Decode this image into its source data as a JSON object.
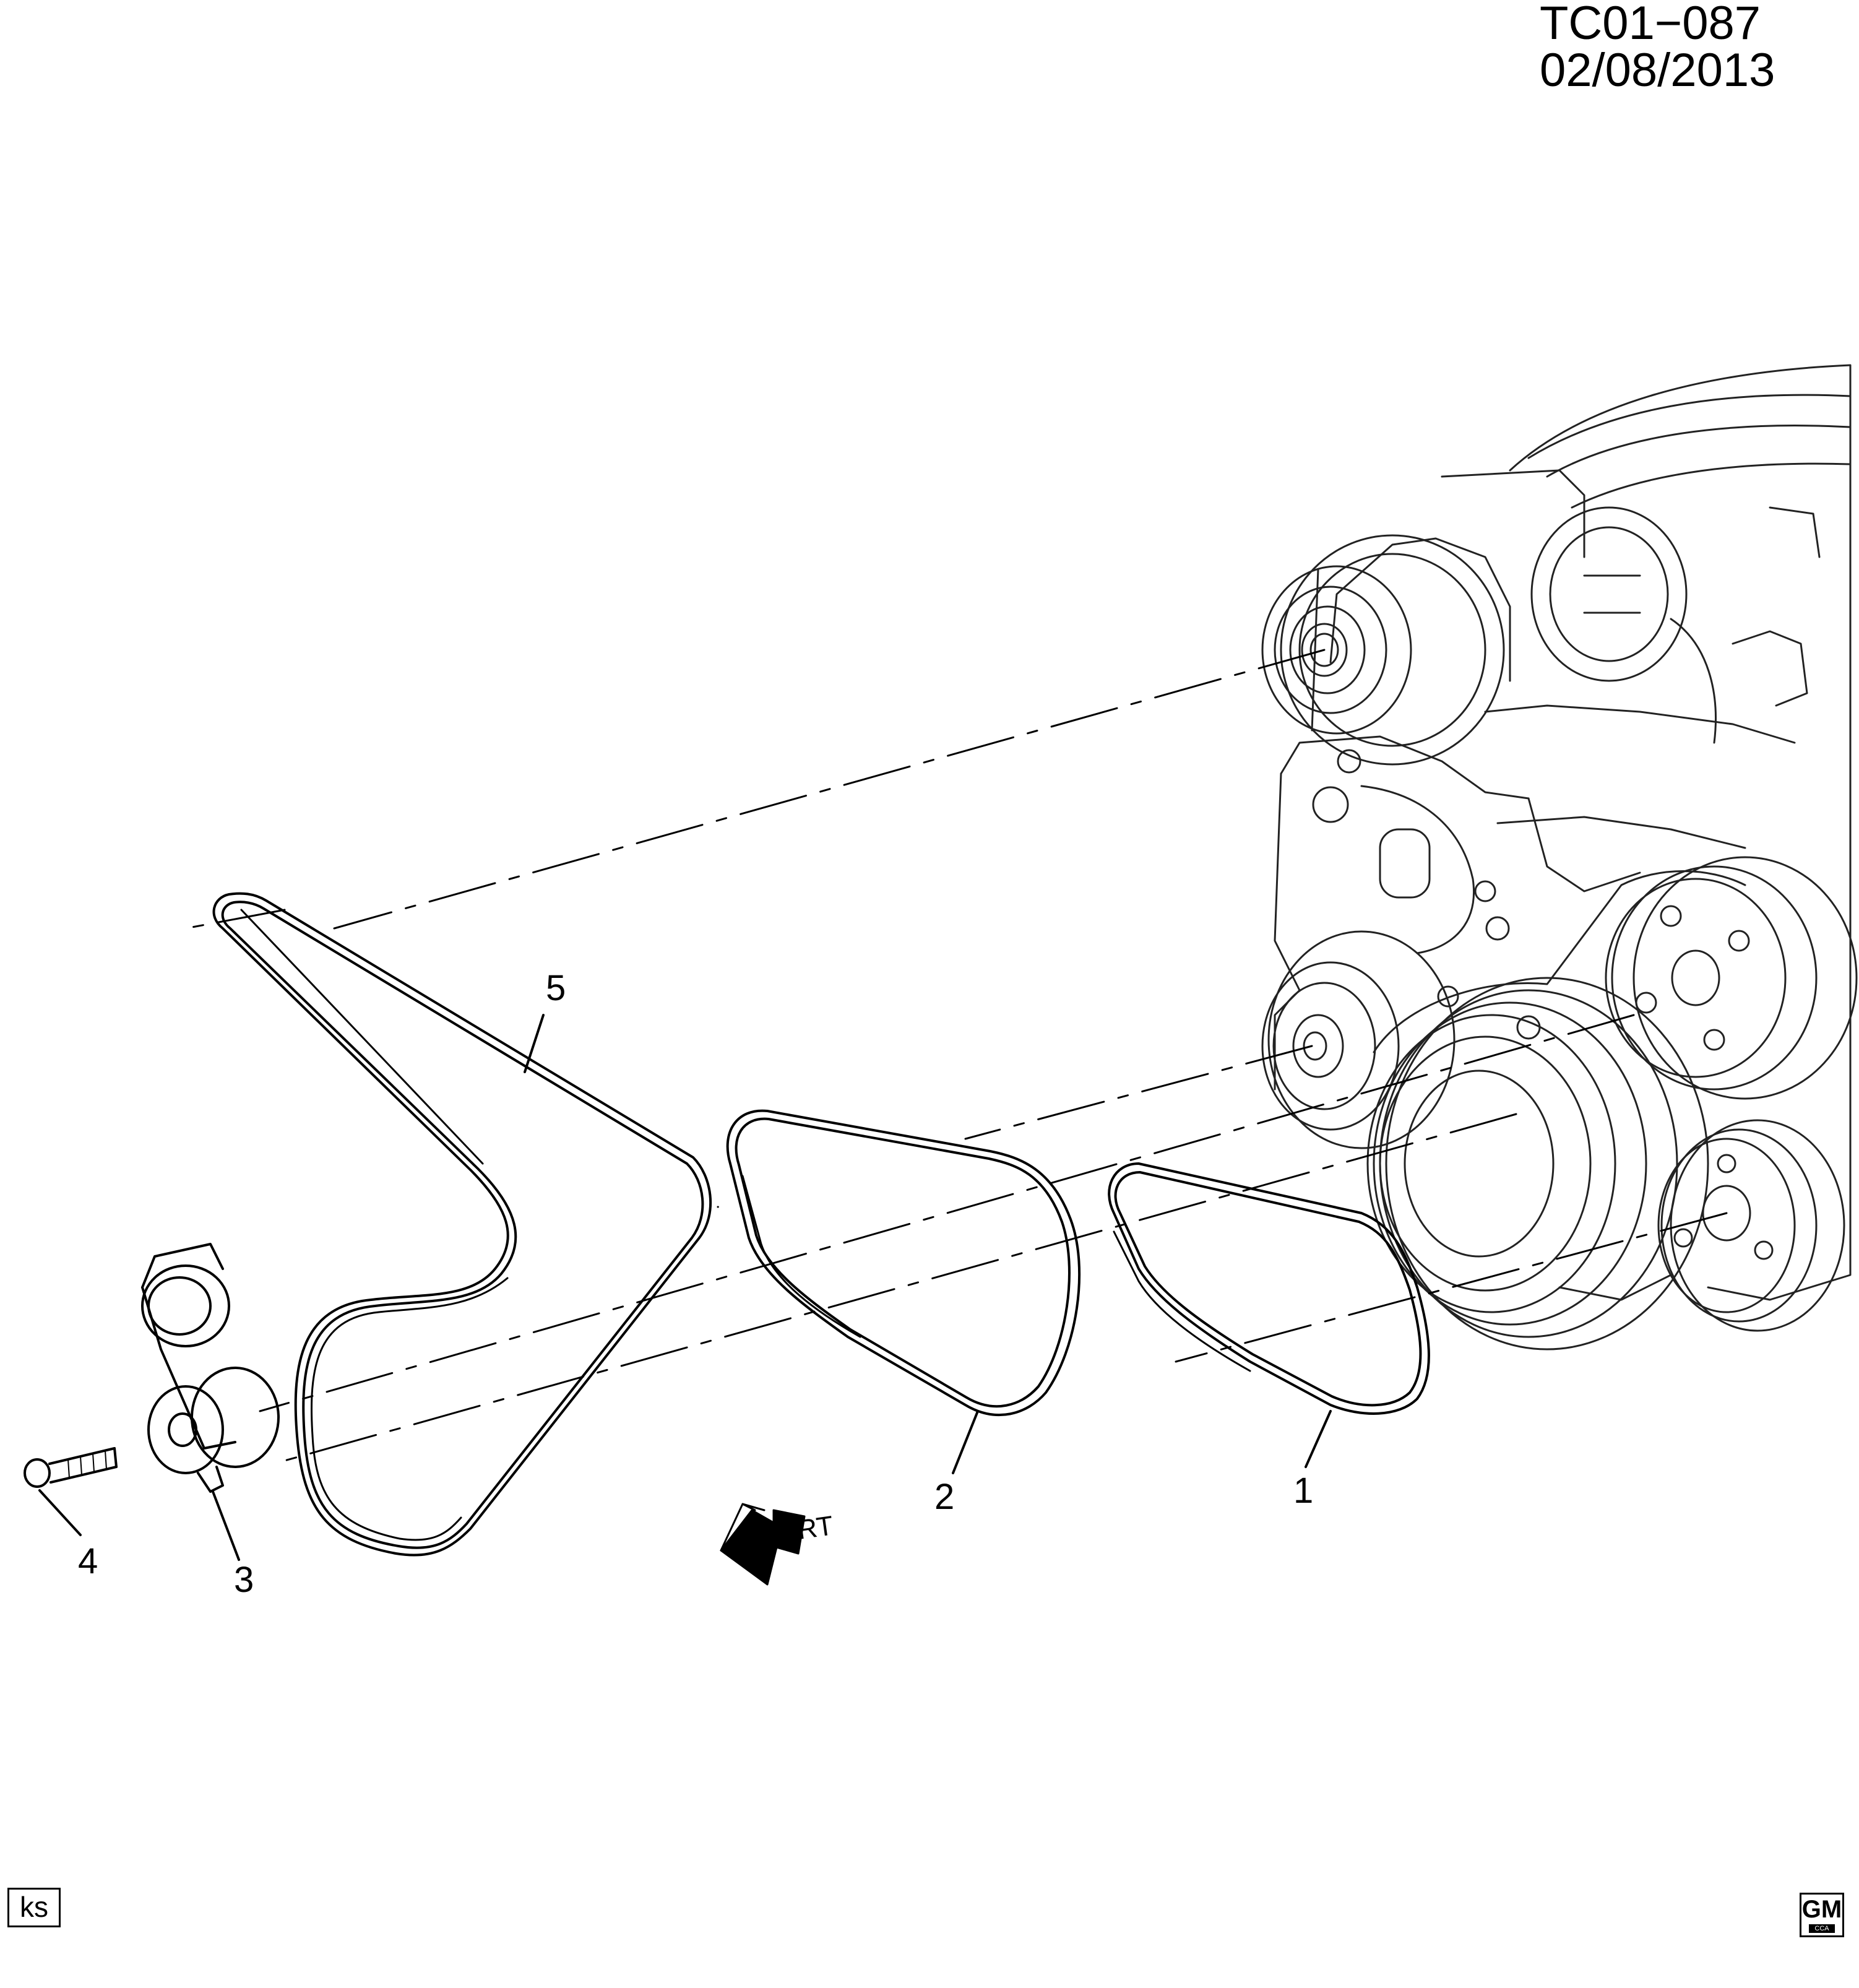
{
  "header": {
    "ref_code": "TC01−087",
    "date": "02/08/2013"
  },
  "callouts": {
    "c1": "1",
    "c2": "2",
    "c3": "3",
    "c4": "4",
    "c5": "5"
  },
  "frt_label": "FRT",
  "footer": {
    "ks": "ks",
    "logo_text": "GM",
    "logo_subtext": "CCA"
  }
}
